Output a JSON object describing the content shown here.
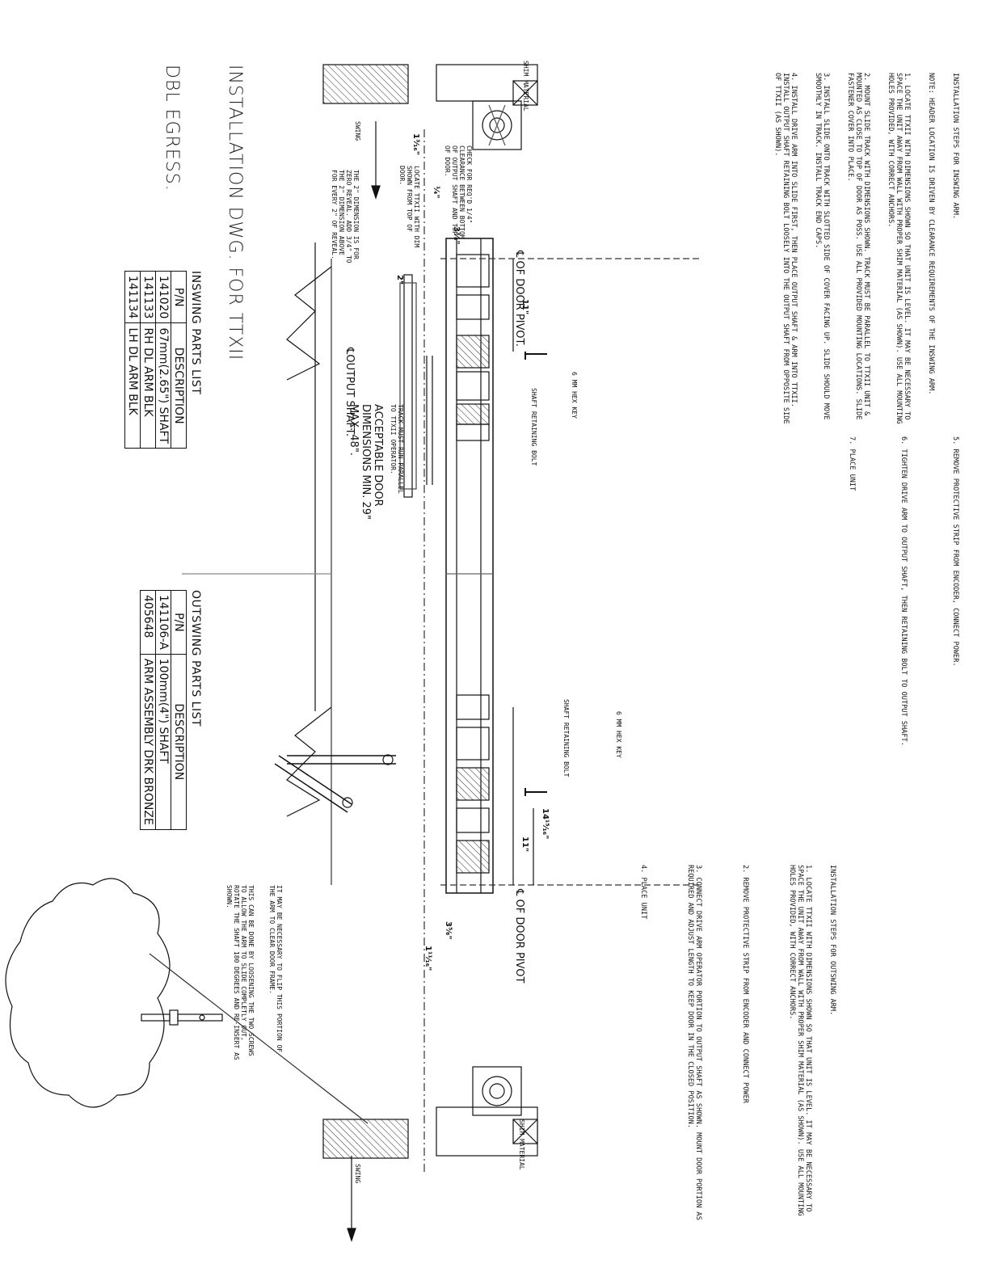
{
  "title": {
    "line1": "INSTALLATION DWG. FOR TTXII",
    "line2": "DBL EGRESS."
  },
  "inswing_notes": {
    "heading": "INSTALLATION STEPS FOR INSWING ARM.",
    "note": "NOTE: HEADER LOCATION IS DRIVEN BY CLEARANCE REQUIREMENTS OF THE INSWING ARM.",
    "steps_left": [
      "1. LOCATE TTXII WITH DIMENSIONS SHOWN SO THAT UNIT IS LEVEL. IT MAY BE NECESSARY TO SPACE THE UNIT AWAY FROM WALL WITH PROPER SHIM MATERIAL (AS SHOWN). USE ALL MOUNTING HOLES PROVIDED, WITH CORRECT ANCHORS.",
      "2. MOUNT SLIDE TRACK WITH DIMENSIONS SHOWN. TRACK MUST BE PARALLEL TO TTXII UNIT & MOUNTED AS CLOSE TO TOP OF DOOR AS POSS. USE ALL PROVIDED MOUNTING LOCATIONS. SLIDE FASTENER COVER INTO PLACE.",
      "3. INSTALL SLIDE ONTO TRACK WITH SLOTTED SIDE OF COVER FACING UP. SLIDE SHOULD MOVE SMOOTHLY IN TRACK. INSTALL TRACK END CAPS.",
      "4. INSTALL DRIVE ARM INTO SLIDE FIRST, THEN PLACE OUTPUT SHAFT & ARM INTO TTXII. INSTALL OUTPUT SHAFT RETAINING BOLT LOOSELY INTO THE OUTPUT SHAFT FROM OPPOSITE SIDE OF TTXII (AS SHOWN)."
    ],
    "steps_right": [
      "5. REMOVE PROTECTIVE STRIP FROM ENCODER, CONNECT POWER.",
      "6. TIGHTEN DRIVE ARM TO OUTPUT SHAFT, THEN RETAINING BOLT TO OUTPUT SHAFT.",
      "7. PLACE UNIT"
    ]
  },
  "outswing_notes": {
    "heading": "INSTALLATION STEPS FOR OUTSWING ARM.",
    "steps": [
      "1. LOCATE TTXII WITH DIMENSIONS SHOWN SO THAT UNIT IS LEVEL. IT MAY BE NECESSARY TO SPACE THE UNIT AWAY FROM WALL WITH PROPER SHIM MATERIAL (AS SHOWN). USE ALL MOUNTING HOLES PROVIDED, WITH CORRECT ANCHORS.",
      "2. REMOVE PROTECTIVE STRIP FROM ENCODER AND CONNECT POWER",
      "3. CONNECT DRIVE ARM OPERATOR PORTION TO OUTPUT SHAFT AS SHOWN. MOUNT DOOR PORTION AS REQUIRED AND ADJUST LENGTH TO KEEP DOOR IN THE CLOSED POSITION.",
      "4. PLACE UNIT"
    ]
  },
  "labels": {
    "shim_material": "SHIM MATERIAL",
    "swing": "SWING",
    "check_clearance": "CHECK FOR REQ'D 1/4\" CLEARANCE BETWEEN BOTTOM OF OUTPUT SHAFT AND TOP OF DOOR.",
    "locate_ttxii": "LOCATE TTXII WITH DIM SHOWN FROM TOP OF DOOR.",
    "zero_reveal": "THE 2\" DIMENSION IS FOR ZERO REVEAL. ADD 3/4\" TO THE 2\" DIMENSION ABOVE FOR EVERY 2\" OF REVEAL.",
    "cl_door_pivot": "℄ OF DOOR PIVOT.",
    "cl_door_pivot_2": "℄ OF DOOR PIVOT",
    "output_shaft": "℄OUTPUT SHAFT.",
    "hex_key": "6 MM HEX KEY",
    "shaft_retaining_bolt": "SHAFT RETAINING BOLT",
    "track_parallel": "TRACK MUST RUN PARALLEL TO TTXII OPERATOR.",
    "acceptable_door": "ACCEPTABLE DOOR\nDIMENSIONS MIN. 29\"\nMAX. 48\".",
    "flip_note_1": "IT MAY BE NECESSARY TO FLIP THIS PORTION OF THE ARM TO CLEAR DOOR FRAME.",
    "flip_note_2": "THIS CAN BE DONE BY LOOSENING THE TWO SCREWS TO ALLOW THE ARM TO SLIDE COMPLETLY OUT, ROTATE THE SHAFT 180 DEGREES AND RE-INSERT AS SHOWN."
  },
  "dimensions": {
    "d_1_3_16": "1³⁄₁₆\"",
    "d_1_4": "¹⁄₄\"",
    "d_3_3_8": "3³⁄₈\"",
    "d_2": "2\"",
    "d_11_a": "11\"",
    "d_11_b": "11\"",
    "d_14_15_16": "14¹⁵⁄₁₆\"",
    "d_3_5_8": "3⁵⁄₈\"",
    "d_1_11_16": "1¹¹⁄₁₆\""
  },
  "inswing_parts": {
    "title": "INSWING PARTS LIST",
    "headers": [
      "P/N",
      "DESCRIPTION"
    ],
    "rows": [
      [
        "141020",
        "67mm(2.65\") SHAFT"
      ],
      [
        "141133",
        "RH DL ARM BLK"
      ],
      [
        "141134",
        "LH DL ARM BLK"
      ]
    ]
  },
  "outswing_parts": {
    "title": "OUTSWING PARTS LIST",
    "headers": [
      "P/N",
      "DESCRIPTION"
    ],
    "rows": [
      [
        "141106-A",
        "100mm(4\") SHAFT"
      ],
      [
        "405648",
        "ARM ASSEMBLY DRK BRONZE"
      ]
    ]
  }
}
